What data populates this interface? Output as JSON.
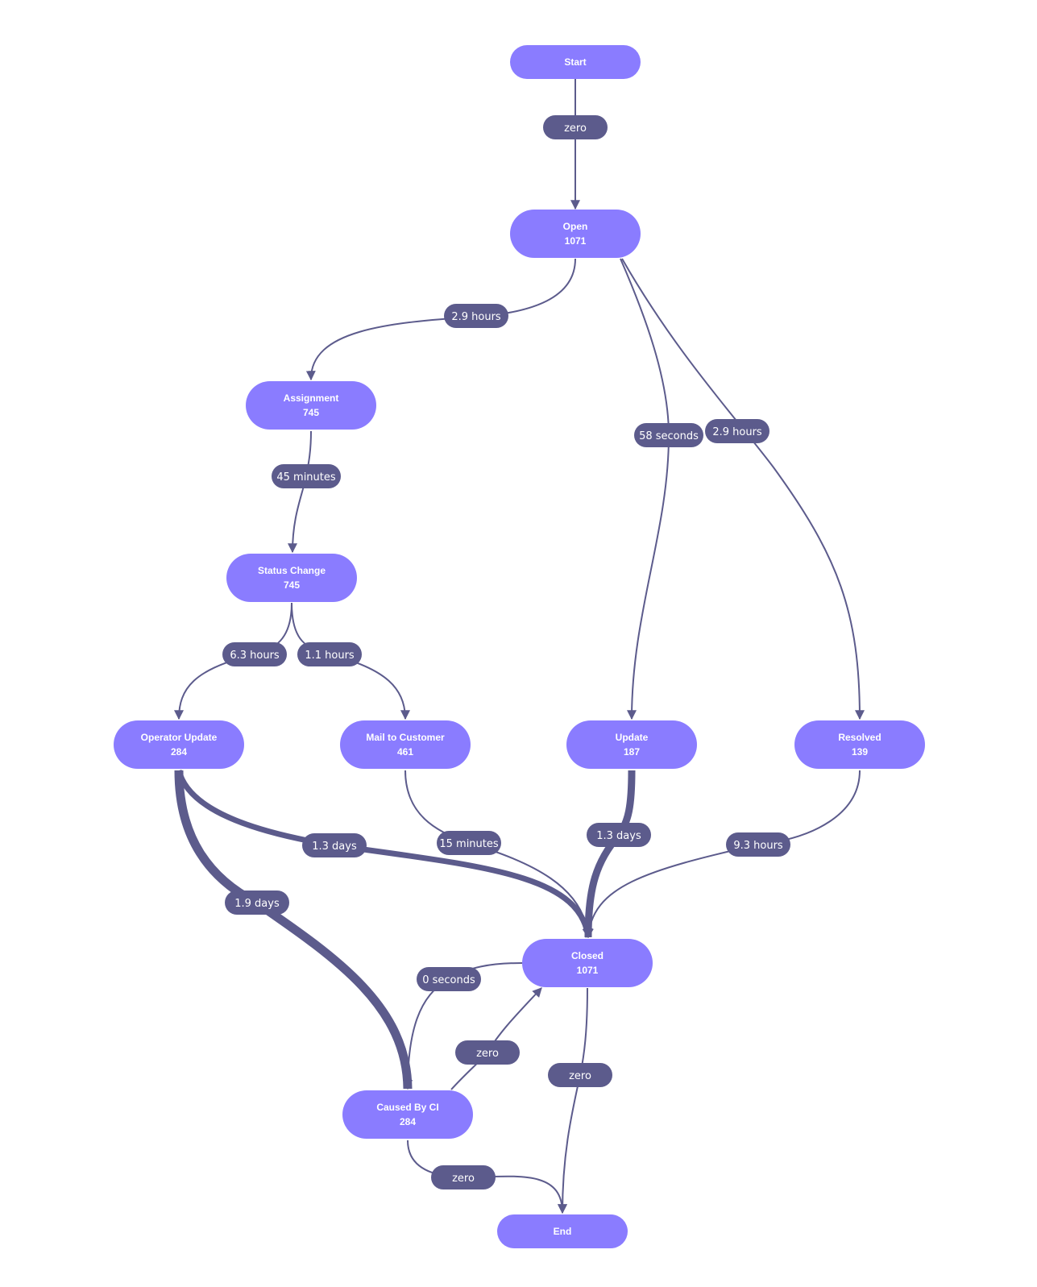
{
  "colors": {
    "node_fill": "#8a7cff",
    "node_text": "#ffffff",
    "edge": "#5c5b8c",
    "label_fill": "#5c5b8c",
    "label_text": "#ffffff",
    "background": "#ffffff"
  },
  "nodes": {
    "start": {
      "title": "Start",
      "count": ""
    },
    "open": {
      "title": "Open",
      "count": "1071"
    },
    "assignment": {
      "title": "Assignment",
      "count": "745"
    },
    "status_change": {
      "title": "Status Change",
      "count": "745"
    },
    "operator_update": {
      "title": "Operator Update",
      "count": "284"
    },
    "mail_to_customer": {
      "title": "Mail to Customer",
      "count": "461"
    },
    "update": {
      "title": "Update",
      "count": "187"
    },
    "resolved": {
      "title": "Resolved",
      "count": "139"
    },
    "closed": {
      "title": "Closed",
      "count": "1071"
    },
    "caused_by_ci": {
      "title": "Caused By CI",
      "count": "284"
    },
    "end": {
      "title": "End",
      "count": ""
    }
  },
  "edges": {
    "start_open": {
      "from": "Start",
      "to": "Open",
      "label": "zero"
    },
    "open_assignment": {
      "from": "Open",
      "to": "Assignment",
      "label": "2.9 hours"
    },
    "open_update": {
      "from": "Open",
      "to": "Update",
      "label": "58 seconds"
    },
    "open_resolved": {
      "from": "Open",
      "to": "Resolved",
      "label": "2.9 hours"
    },
    "assignment_status": {
      "from": "Assignment",
      "to": "Status Change",
      "label": "45 minutes"
    },
    "status_operator": {
      "from": "Status Change",
      "to": "Operator Update",
      "label": "6.3 hours"
    },
    "status_mail": {
      "from": "Status Change",
      "to": "Mail to Customer",
      "label": "1.1 hours"
    },
    "operator_closed": {
      "from": "Operator Update",
      "to": "Closed",
      "label": "1.3 days"
    },
    "operator_caused": {
      "from": "Operator Update",
      "to": "Caused By CI",
      "label": "1.9 days"
    },
    "mail_closed": {
      "from": "Mail to Customer",
      "to": "Closed",
      "label": "15 minutes"
    },
    "update_closed": {
      "from": "Update",
      "to": "Closed",
      "label": "1.3 days"
    },
    "resolved_closed": {
      "from": "Resolved",
      "to": "Closed",
      "label": "9.3 hours"
    },
    "closed_caused": {
      "from": "Closed",
      "to": "Caused By CI",
      "label": "0 seconds"
    },
    "caused_closed": {
      "from": "Caused By CI",
      "to": "Closed",
      "label": "zero"
    },
    "closed_end": {
      "from": "Closed",
      "to": "End",
      "label": "zero"
    },
    "caused_end": {
      "from": "Caused By CI",
      "to": "End",
      "label": "zero"
    }
  }
}
